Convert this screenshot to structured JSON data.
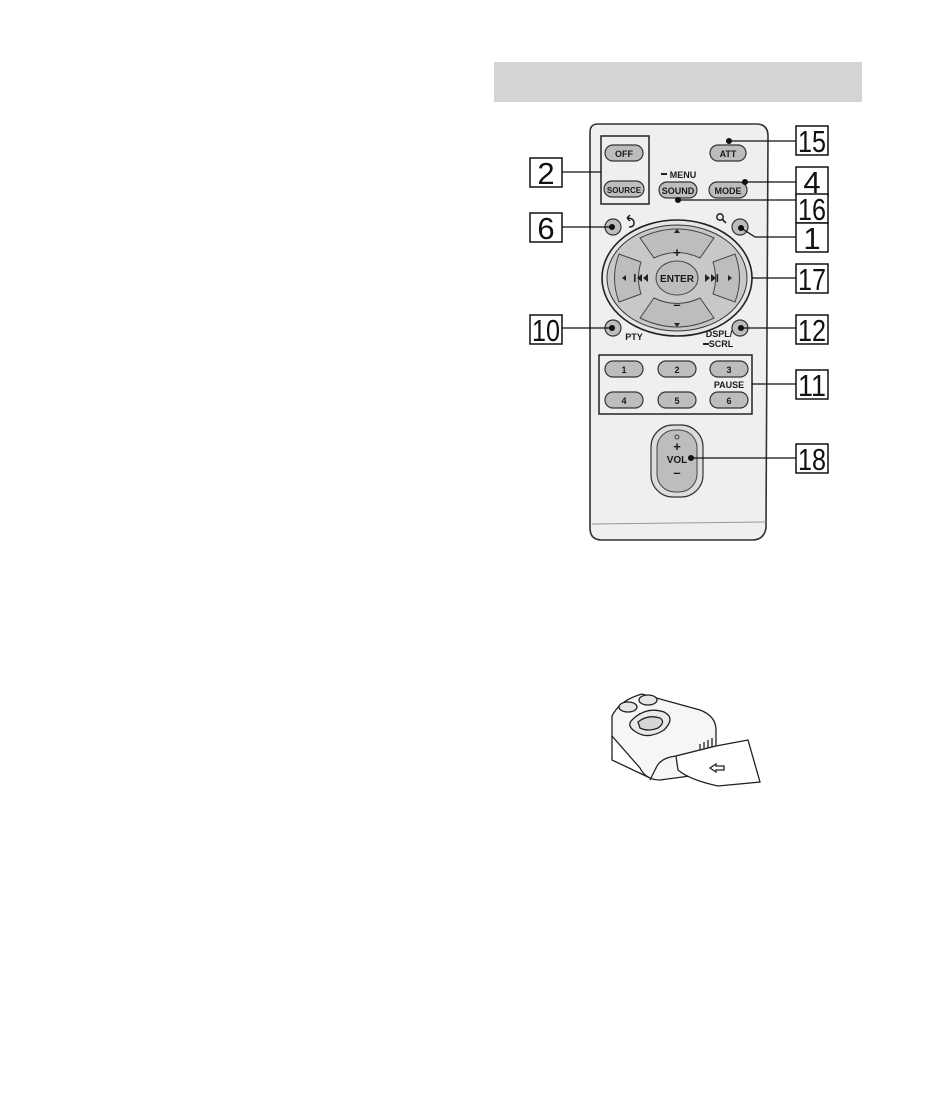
{
  "remote": {
    "off": "OFF",
    "source": "SOURCE",
    "att": "ATT",
    "menu": "MENU",
    "sound": "SOUND",
    "mode": "MODE",
    "back_icon": "back-arrow-icon",
    "search_icon": "magnifier-icon",
    "enter": "ENTER",
    "plus": "+",
    "minus": "–",
    "prev_icon": "skip-back-icon",
    "next_icon": "skip-forward-icon",
    "pty": "PTY",
    "dspl": "DSPL/",
    "scrl": "SCRL",
    "pause": "PAUSE",
    "numbers": [
      "1",
      "2",
      "3",
      "4",
      "5",
      "6"
    ],
    "vol": "VOL",
    "vol_plus": "+",
    "vol_minus": "–"
  },
  "callouts": {
    "c2": "2",
    "c15": "15",
    "c4": "4",
    "c16": "16",
    "c6": "6",
    "c1": "1",
    "c17": "17",
    "c10": "10",
    "c12": "12",
    "c11": "11",
    "c18": "18"
  },
  "colors": {
    "header_bar": "#d4d4d4",
    "remote_body": "#efefef",
    "button": "#bdbdbd",
    "dpad_ring": "#c8c8c8",
    "outline": "#222222"
  }
}
